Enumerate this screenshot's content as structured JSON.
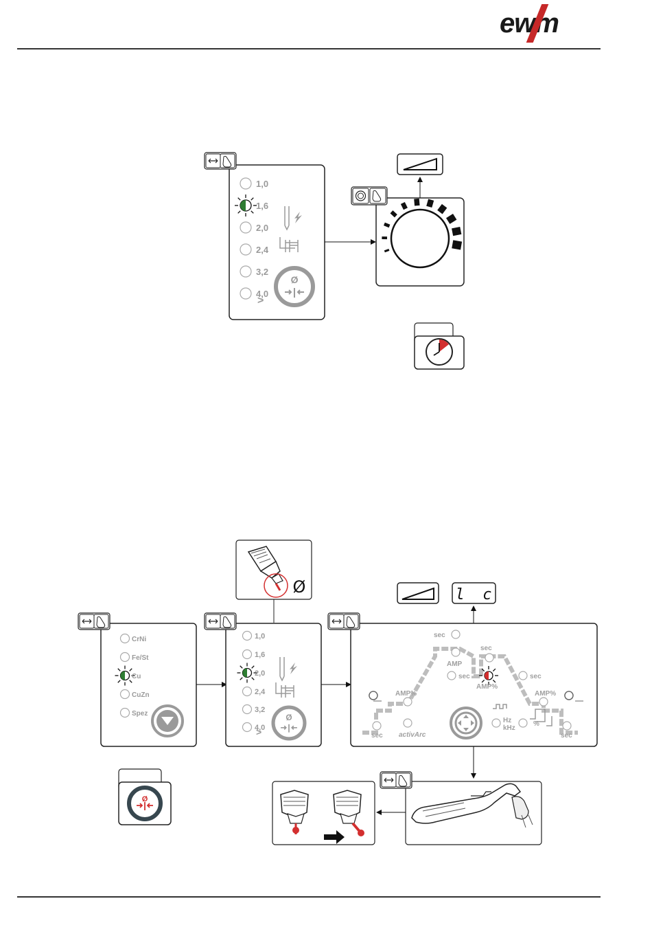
{
  "brand": {
    "logo_text": "ewm"
  },
  "diagram_top": {
    "diameters": [
      "1,0",
      "1,6",
      "2,0",
      "2,4",
      "3,2",
      "4,0",
      ">"
    ],
    "selected_diameter": "1,6",
    "diameter_symbol": "Ø"
  },
  "diagram_bottom": {
    "materials": [
      "CrNi",
      "Fe/St",
      "Cu",
      "CuZn",
      "Spez"
    ],
    "selected_material": "Cu",
    "diameters": [
      "1,0",
      "1,6",
      "2,0",
      "2,4",
      "3,2",
      "4,0",
      ">"
    ],
    "selected_diameter": "2,0",
    "diameter_symbol": "Ø",
    "display_value": "l  c",
    "sequence_labels": {
      "sec": "sec",
      "amp": "AMP",
      "amp_pct": "AMP%",
      "activarc": "activArc",
      "hz": "Hz",
      "khz": "kHz",
      "pct": "%"
    }
  }
}
